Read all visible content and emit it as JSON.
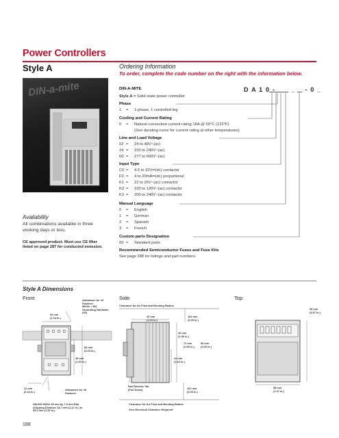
{
  "header": {
    "section_title": "Power Controllers",
    "style_title": "Style A",
    "photo_brand": "DIN-a-mite"
  },
  "ordering": {
    "heading": "Ordering Information",
    "subheading": "To order, complete the code number on the right with the information below.",
    "product": "DIN-A-MITE",
    "code_template": "D A 1 0 - _ _ _ _ - 0 _",
    "style_line_label": "Style A =",
    "style_line_text": "Solid state power controller",
    "phase": {
      "heading": "Phase",
      "rows": [
        {
          "code": "1",
          "eq": "=",
          "text": "1-phase, 1 controlled leg"
        }
      ]
    },
    "cooling": {
      "heading": "Cooling and Current Rating",
      "rows": [
        {
          "code": "0",
          "eq": "=",
          "text": "Natural convection current rating 18A @ 50°C (122°F)"
        },
        {
          "code": "",
          "eq": "",
          "text": "(See derating curve for current rating at other temperatures)"
        }
      ]
    },
    "voltage": {
      "heading": "Line and Load Voltage",
      "rows": [
        {
          "code": "02",
          "eq": "=",
          "text": "24 to 48V~(ac)"
        },
        {
          "code": "24",
          "eq": "=",
          "text": "100 to 240V~(ac)"
        },
        {
          "code": "60",
          "eq": "=",
          "text": "277 to 600V~(ac)"
        }
      ]
    },
    "input": {
      "heading": "Input Type",
      "rows": [
        {
          "code": "C0",
          "eq": "=",
          "text": "4.5 to 32V═(dc) contactor"
        },
        {
          "code": "F0",
          "eq": "=",
          "text": "4 to 20mA═(dc) proportional"
        },
        {
          "code": "K1",
          "eq": "=",
          "text": "22 to 26V~(ac) contactor"
        },
        {
          "code": "K2",
          "eq": "=",
          "text": "100 to 120V~(ac) contactor"
        },
        {
          "code": "K3",
          "eq": "=",
          "text": "200 to 240V~(ac) contactor"
        }
      ]
    },
    "language": {
      "heading": "Manual Language",
      "rows": [
        {
          "code": "0",
          "eq": "=",
          "text": "English"
        },
        {
          "code": "1",
          "eq": "=",
          "text": "German"
        },
        {
          "code": "2",
          "eq": "=",
          "text": "Spanish"
        },
        {
          "code": "3",
          "eq": "=",
          "text": "French"
        }
      ]
    },
    "custom": {
      "heading": "Custom parts Designation",
      "rows": [
        {
          "code": "00",
          "eq": "=",
          "text": "Standard parts"
        }
      ]
    },
    "fuses": {
      "heading": "Recommended Semiconductor Fuses and Fuse Kits",
      "text": "See page 288 for listings and part numbers."
    }
  },
  "availability": {
    "heading": "Availability",
    "text": "All combinations available in three working days or less.",
    "ce_note": "CE approved product. Must use CE filter listed on page 287 for conducted emission."
  },
  "dimensions": {
    "heading": "Style A Dimensions",
    "views": {
      "front": "Front",
      "side": "Side",
      "top": "Top"
    },
    "front_labels": {
      "fastener": [
        "Allowance for #8",
        "Fastener",
        "Metric = M4",
        "Grounding Hardware",
        "(#8)"
      ],
      "width": [
        "34 mm",
        "(1.34 in.)"
      ],
      "h83": [
        "83 mm",
        "(3.25 in.)"
      ],
      "h49": [
        "49 mm",
        "(1.92 in.)"
      ],
      "w11": [
        "11 mm",
        "(0.44 in.)"
      ],
      "fastener2": [
        "Allowance for #8",
        "Fastener"
      ],
      "rail": [
        "DIN-EN 50022 35 mm by 7.5 mm Rail",
        "(Clipping Distance 34.7 mm (1.37 in.) to",
        "35.3 mm (1.39 in.)"
      ]
    },
    "side_labels": {
      "clearance_top": "Clearance for Air Flow and Bending Radius",
      "d26": [
        "26 mm",
        "(1.03 in.)"
      ],
      "d102a": [
        "102 mm",
        "(4.00 in.)"
      ],
      "d40": [
        "40 mm",
        "(1.56 in.)"
      ],
      "d71": [
        "71 mm",
        "(2.80 in.)"
      ],
      "d94": [
        "94 mm",
        "(3.69 in.)"
      ],
      "d41": [
        "41 mm",
        "(1.60 in.)"
      ],
      "d102b": [
        "102 mm",
        "(4.00 in.)"
      ],
      "rail_tab": [
        "Rail Release Tab",
        "(Pull Down)"
      ],
      "clearance_bottom": "Clearance for Air Flow and Bending Radius",
      "zero": "Zero Electrical Clearance Required"
    },
    "top_labels": {
      "d98": [
        "98 mm",
        "(3.87 in.)"
      ],
      "d58": [
        "58 mm",
        "(1.37 in.)"
      ]
    }
  },
  "footer": {
    "page_number": "188"
  },
  "colors": {
    "accent": "#c8102e",
    "rule": "#888888"
  }
}
